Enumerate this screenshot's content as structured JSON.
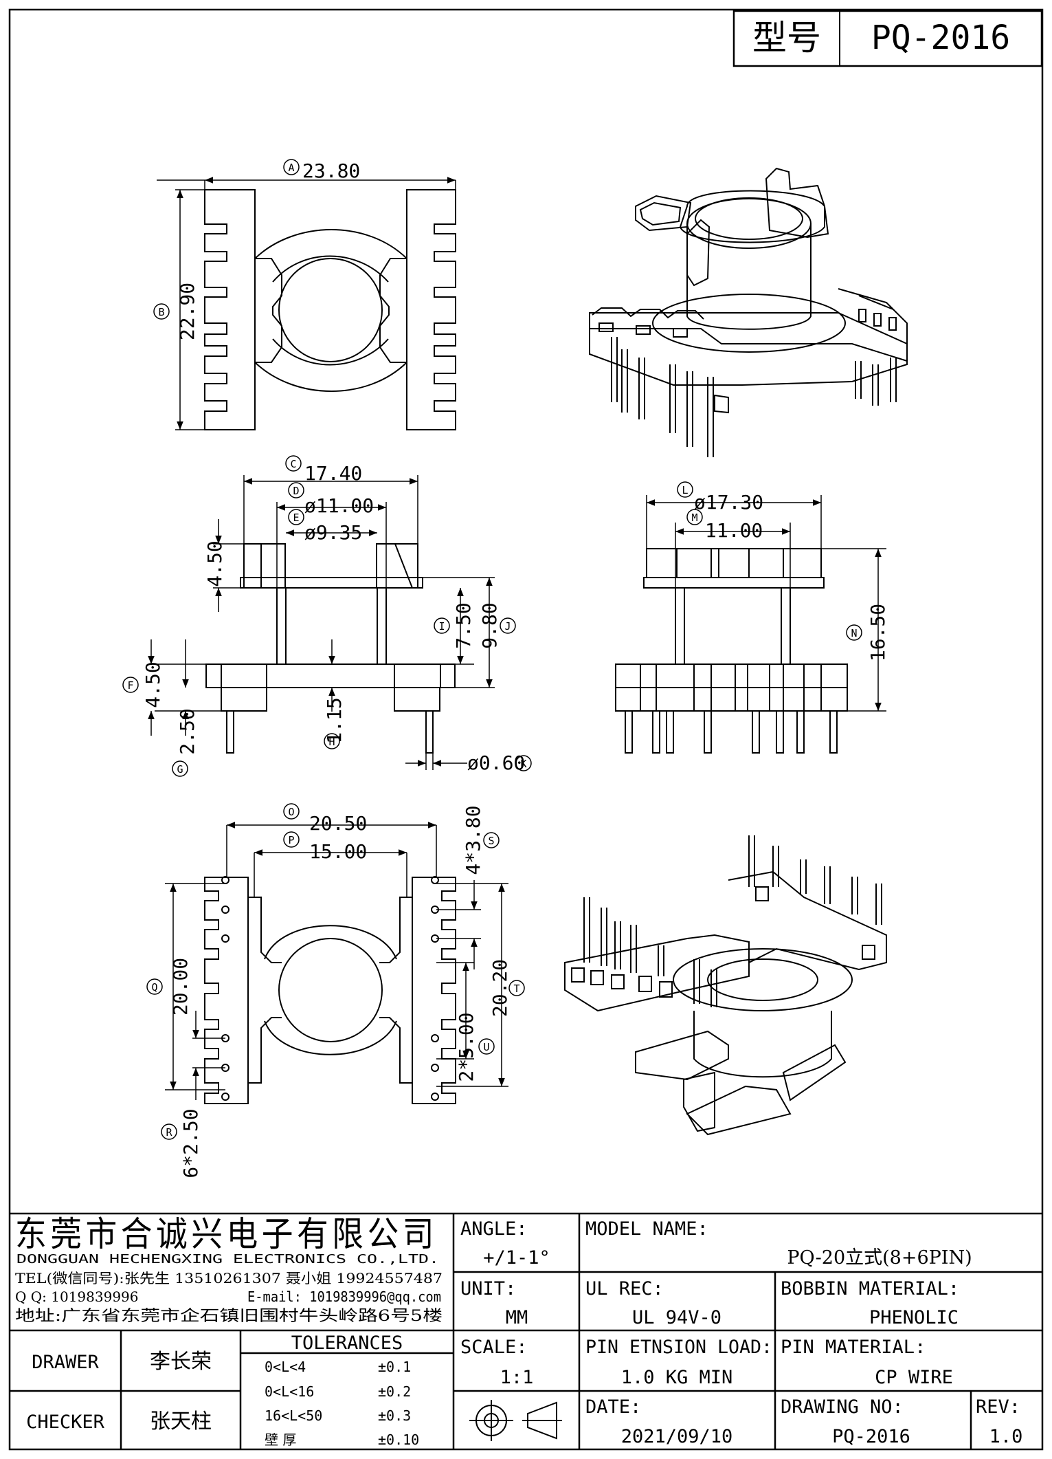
{
  "title_block": {
    "model_label": "型号",
    "model_value": "PQ-2016"
  },
  "dimensions": {
    "A": {
      "letter": "A",
      "value": "23.80"
    },
    "B": {
      "letter": "B",
      "value": "22.90"
    },
    "C": {
      "letter": "C",
      "value": "17.40"
    },
    "D": {
      "letter": "D",
      "value": "ø11.00"
    },
    "E": {
      "letter": "E",
      "value": "ø9.35"
    },
    "F": {
      "letter": "F",
      "value": "4.50"
    },
    "G": {
      "letter": "G",
      "value": "2.50"
    },
    "H": {
      "letter": "H",
      "value": "1.15"
    },
    "I": {
      "letter": "I",
      "value": "7.50"
    },
    "J": {
      "letter": "J",
      "value": "9.80"
    },
    "K": {
      "letter": "K",
      "value": "ø0.60"
    },
    "L": {
      "letter": "L",
      "value": "ø17.30"
    },
    "M": {
      "letter": "M",
      "value": "11.00"
    },
    "N": {
      "letter": "N",
      "value": "16.50"
    },
    "O": {
      "letter": "O",
      "value": "20.50"
    },
    "P": {
      "letter": "P",
      "value": "15.00"
    },
    "Q": {
      "letter": "Q",
      "value": "20.00"
    },
    "R": {
      "letter": "R",
      "value": "6*2.50"
    },
    "S": {
      "letter": "S",
      "value": "4*3.80"
    },
    "T": {
      "letter": "T",
      "value": "20.20"
    },
    "U": {
      "letter": "U",
      "value": "2*5.00"
    },
    "top_flange": "4.50"
  },
  "company": {
    "name_cn": "东莞市合诚兴电子有限公司",
    "name_en": "DONGGUAN HECHENGXING ELECTRONICS CO.,LTD.",
    "tel": "TEL(微信同号):张先生 13510261307 聂小姐 19924557487",
    "qq": "Q Q: 1019839996",
    "email": "E-mail: 1019839996@qq.com",
    "address": "地址:广东省东莞市企石镇旧围村牛头岭路6号5楼"
  },
  "spec": {
    "angle_label": "ANGLE:",
    "angle_value": "+/1-1°",
    "unit_label": "UNIT:",
    "unit_value": "MM",
    "scale_label": "SCALE:",
    "scale_value": "1:1",
    "model_name_label": "MODEL NAME:",
    "model_name_value": "PQ-20立式(8+6PIN)",
    "ul_label": "UL REC:",
    "ul_value": "UL 94V-0",
    "bobbin_label": "BOBBIN MATERIAL:",
    "bobbin_value": "PHENOLIC",
    "pin_load_label": "PIN ETNSION LOAD:",
    "pin_load_value": "1.0 KG MIN",
    "pin_material_label": "PIN MATERIAL:",
    "pin_material_value": "CP WIRE",
    "date_label": "DATE:",
    "date_value": "2021/09/10",
    "drawing_no_label": "DRAWING NO:",
    "drawing_no_value": "PQ-2016",
    "rev_label": "REV:",
    "rev_value": "1.0"
  },
  "people": {
    "drawer_label": "DRAWER",
    "drawer_value": "李长荣",
    "checker_label": "CHECKER",
    "checker_value": "张天柱"
  },
  "tolerances": {
    "title": "TOLERANCES",
    "rows": [
      {
        "range": "0<L<4",
        "tol": "±0.1"
      },
      {
        "range": "0<L<16",
        "tol": "±0.2"
      },
      {
        "range": "16<L<50",
        "tol": "±0.3"
      },
      {
        "range": "壁  厚",
        "tol": "±0.10"
      }
    ]
  }
}
